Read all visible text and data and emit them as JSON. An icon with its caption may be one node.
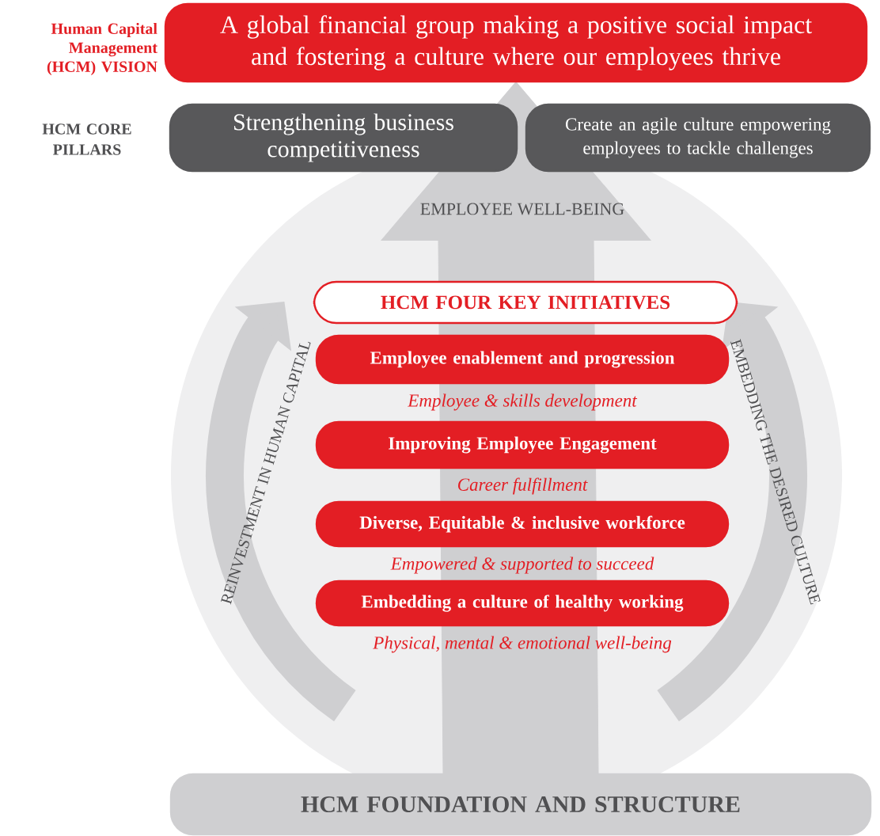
{
  "diagram": {
    "nodes": [
      {
        "text": [
          "A global financial group making a positive social impact and fostering a culture where our employees thrive"
        ]
      },
      {
        "text": [
          "Strengthening business competitiveness"
        ]
      },
      {
        "text": [
          "Create an agile culture empowering employees to tackle challenges"
        ]
      },
      {
        "text": [
          "HCM FOUR KEY INITIATIVES"
        ]
      },
      {
        "text": [
          "Employee enablement and progression"
        ],
        "beside": [
          "Employee & skills development"
        ]
      },
      {
        "text": [
          "Improving Employee Engagement"
        ],
        "beside": [
          "Career fulfillment"
        ]
      },
      {
        "text": [
          "Diverse, Equitable & inclusive workforce"
        ],
        "beside": [
          "Empowered & supported to succeed"
        ]
      },
      {
        "text": [
          "Embedding a culture of healthy working"
        ],
        "beside": [
          "Physical, mental & emotional well-being"
        ]
      },
      {
        "text": [
          "HCM FOUNDATION AND STRUCTURE"
        ]
      }
    ],
    "edges": [
      {
        "from": 8,
        "to": 0,
        "arrow": "to",
        "style": "thick"
      }
    ],
    "labels": [
      "Human Capital Management (HCM) VISION",
      "HCM CORE PILLARS",
      "EMPLOYEE WELL-BEING",
      "REINVESTMENT IN HUMAN CAPITAL",
      "EMBEDDING THE DESIRED CULTURE"
    ]
  }
}
